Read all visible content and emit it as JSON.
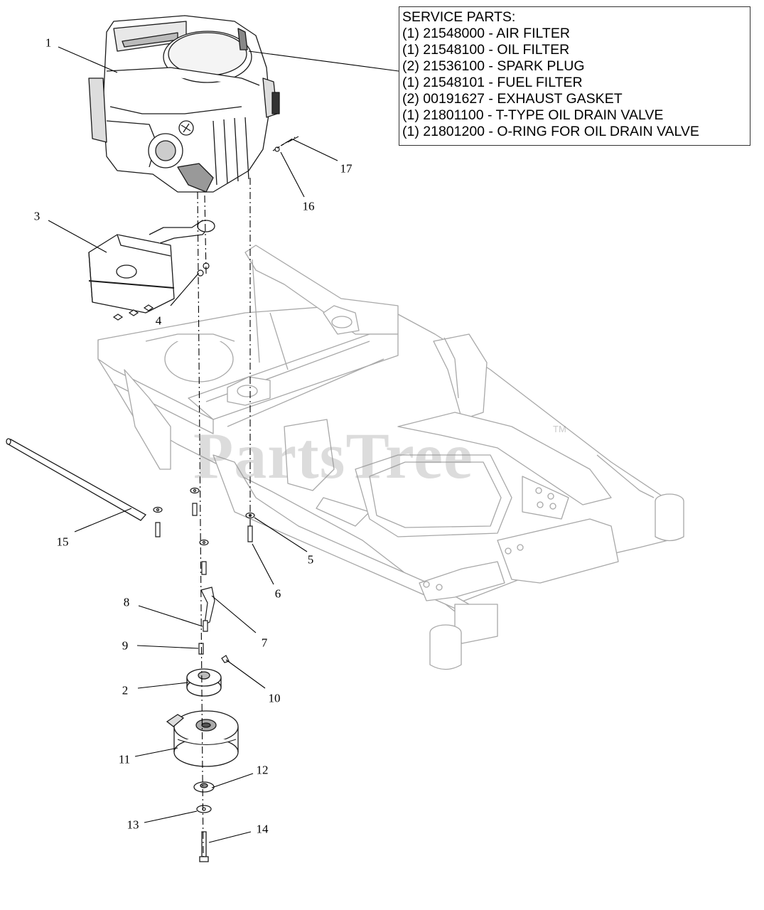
{
  "service_parts": {
    "title": "SERVICE PARTS:",
    "items": [
      "(1) 21548000 - AIR FILTER",
      "(1) 21548100 - OIL FILTER",
      "(2) 21536100 - SPARK PLUG",
      "(1) 21548101 - FUEL FILTER",
      "(2) 00191627 - EXHAUST GASKET",
      "(1) 21801100 - T-TYPE OIL DRAIN VALVE",
      "(1) 21801200 - O-RING FOR OIL DRAIN VALVE"
    ]
  },
  "watermark": {
    "text": "PartsTree",
    "tm": "TM"
  },
  "callouts": [
    "1",
    "2",
    "3",
    "4",
    "5",
    "6",
    "7",
    "8",
    "9",
    "10",
    "11",
    "12",
    "13",
    "14",
    "15",
    "16",
    "17"
  ],
  "colors": {
    "line": "#000000",
    "frame": "#a8a8a8",
    "part": "#222222"
  }
}
